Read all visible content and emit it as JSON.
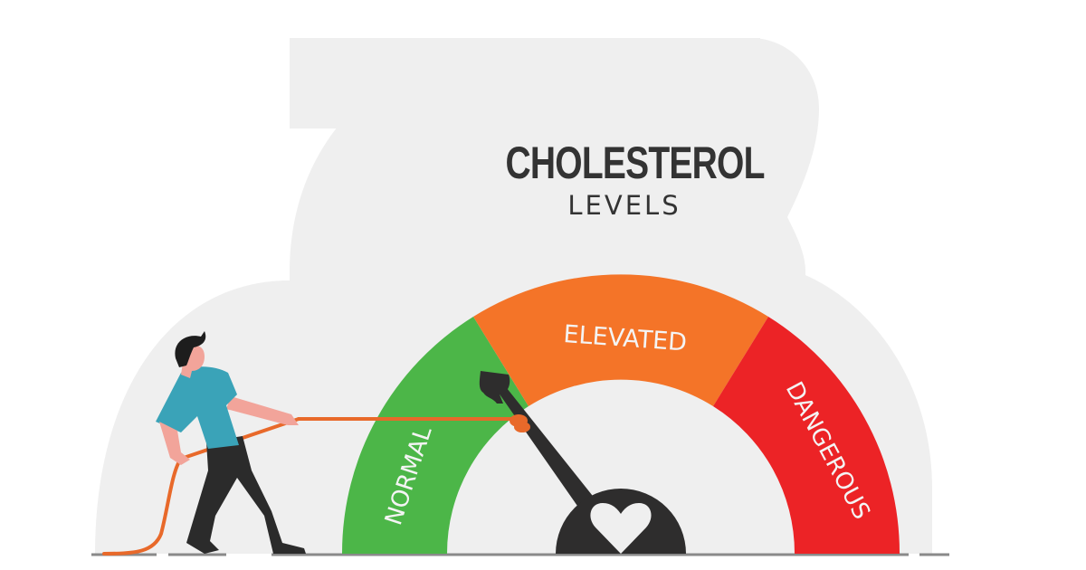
{
  "title": {
    "main": "CHOLESTEROL",
    "sub": "LEVELS"
  },
  "gauge": {
    "segments": [
      {
        "label": "NORMAL",
        "color": "#4cb648"
      },
      {
        "label": "ELEVATED",
        "color": "#f47428"
      },
      {
        "label": "DANGEROUS",
        "color": "#ec2326"
      }
    ],
    "needle_color": "#2e2d2d",
    "hub_icon": "heart-icon",
    "needle_position": "normal"
  },
  "figure": {
    "description": "man pulling rope attached to gauge needle",
    "shirt_color": "#3aa3b8",
    "pants_color": "#2b2b2b",
    "rope_color": "#e8692a",
    "skin_color": "#f2a49a"
  },
  "colors": {
    "background_blob": "#efefef",
    "ground_line": "#8a8a8a"
  }
}
